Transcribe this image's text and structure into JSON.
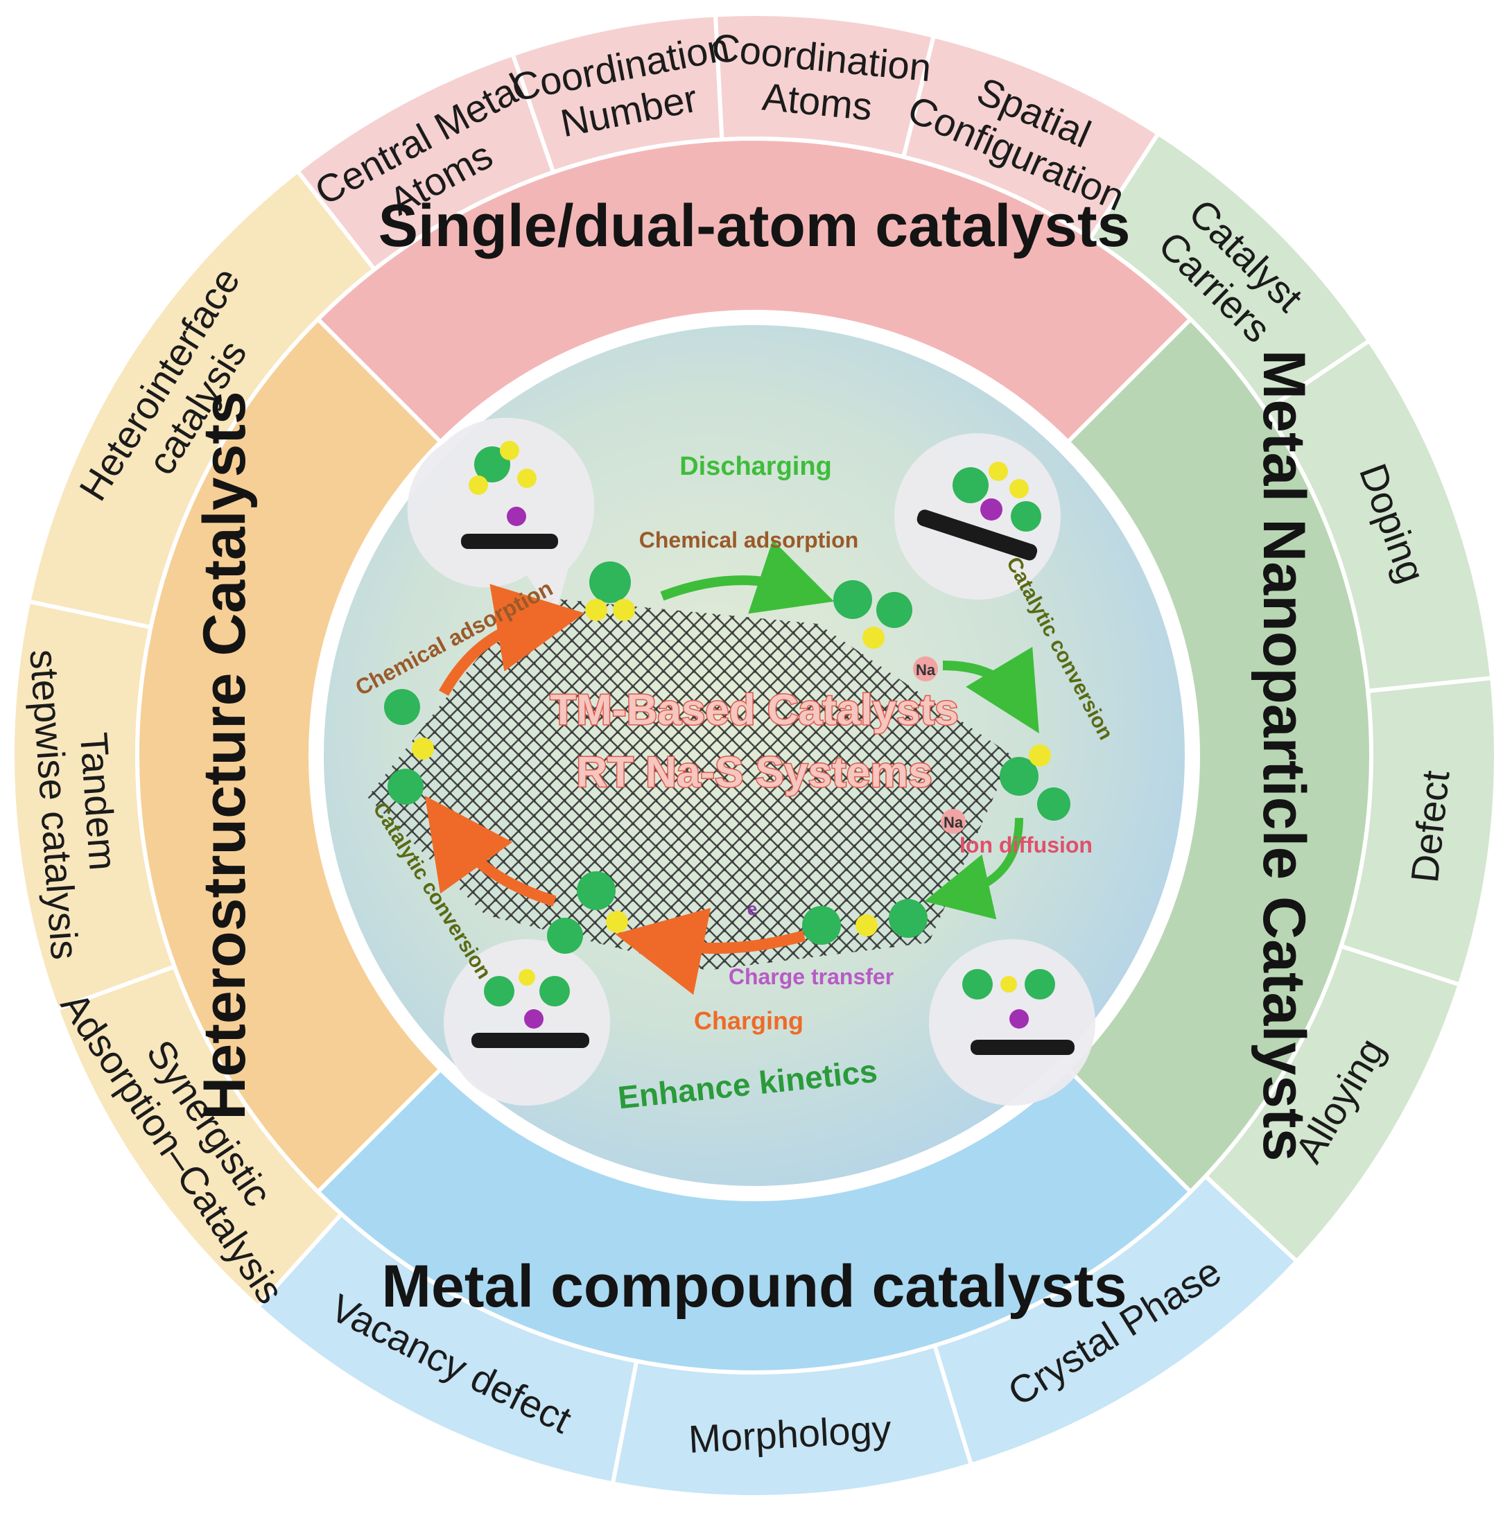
{
  "colors": {
    "pink": "#f3b6b6",
    "green": "#b9d6b4",
    "blue": "#a9d8f2",
    "orange": "#f6cf96",
    "outer_pink": "#f6d1d1",
    "outer_green": "#d3e6cf",
    "outer_blue": "#c6e5f6",
    "outer_yellow": "#f8e6bd",
    "core": "#cfe0d3",
    "arrow_green": "#3dbd3a",
    "arrow_orange": "#ef6a28"
  },
  "center": {
    "title_line1": "TM-Based Catalysts",
    "title_line2": "RT Na-S Systems"
  },
  "process_labels": {
    "discharging": "Discharging",
    "chemical_adsorption_top": "Chemical adsorption",
    "chemical_adsorption_left": "Chemical adsorption",
    "catalytic_conversion_right": "Catalytic conversion",
    "catalytic_conversion_left": "Catalytic conversion",
    "ion_diffusion": "Ion diffusion",
    "charge_transfer": "Charge transfer",
    "charging": "Charging",
    "enhance_kinetics": "Enhance kinetics",
    "na_badge_1": "Na",
    "na_badge_2": "Na",
    "electron": "e"
  },
  "middle_ring": {
    "single_dual": "Single/dual-atom catalysts",
    "metal_nanoparticle": "Metal Nanoparticle Catalysts",
    "metal_compound": "Metal compound catalysts",
    "heterostructure": "Heterostructure Catalysts"
  },
  "outer_ring": {
    "central_metal": [
      "Central Metal",
      "Atoms"
    ],
    "coordination_number": [
      "Coordination",
      "Number"
    ],
    "coordination_atoms": [
      "Coordination",
      "Atoms"
    ],
    "spatial_configuration": [
      "Spatial",
      "Configuration"
    ],
    "catalyst_carriers": [
      "Catalyst",
      "Carriers"
    ],
    "doping": [
      "Doping"
    ],
    "defect": [
      "Defect"
    ],
    "alloying": [
      "Alloying"
    ],
    "crystal_phase": [
      "Crystal Phase"
    ],
    "morphology": [
      "Morphology"
    ],
    "vacancy_defect": [
      "Vacancy defect"
    ],
    "synergistic": [
      "Synergistic",
      "Adsorption–Catalysis"
    ],
    "tandem": [
      "Tandem",
      "stepwise catalysis"
    ],
    "heterointerface": [
      "Heterointerface",
      "catalysis"
    ]
  }
}
